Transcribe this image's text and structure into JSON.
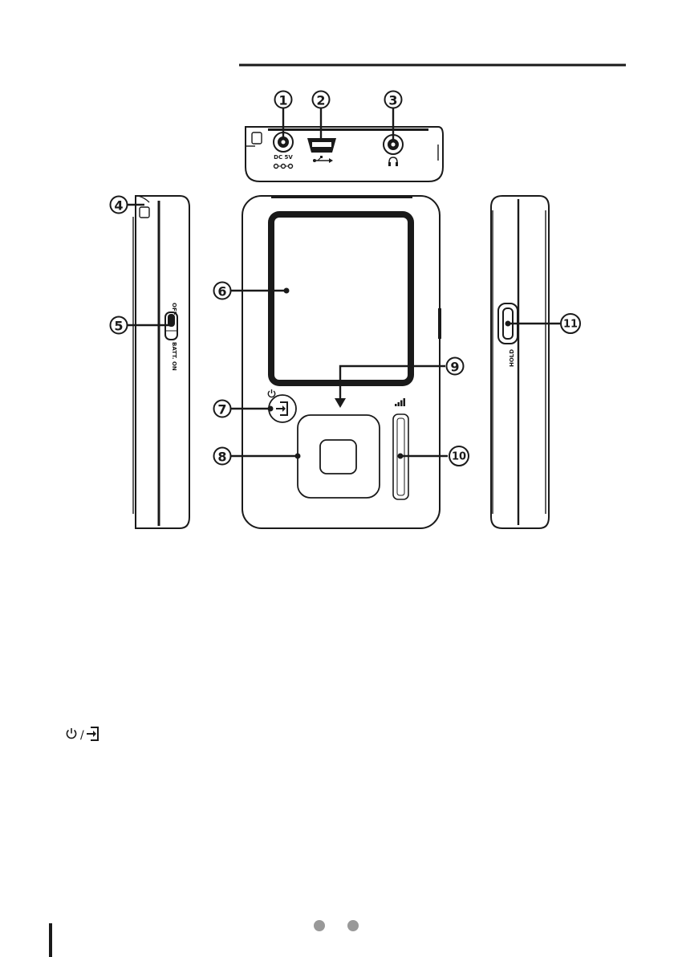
{
  "device_labels": {
    "dc_in_label": "DC 5V",
    "hold_label": "HOLD",
    "switch_off_label": "OFF",
    "switch_on_label": "BATT. ON"
  },
  "callouts": [
    {
      "id": "1",
      "glyph": "①"
    },
    {
      "id": "2",
      "glyph": "②"
    },
    {
      "id": "3",
      "glyph": "③"
    },
    {
      "id": "4",
      "glyph": "④"
    },
    {
      "id": "5",
      "glyph": "⑤"
    },
    {
      "id": "6",
      "glyph": "⑥"
    },
    {
      "id": "7",
      "glyph": "⑦"
    },
    {
      "id": "8",
      "glyph": "⑧"
    },
    {
      "id": "9",
      "glyph": "⑨"
    },
    {
      "id": "10",
      "glyph": "⑩"
    },
    {
      "id": "11",
      "glyph": "⑪"
    }
  ],
  "icons": {
    "power": "power-icon",
    "enter": "enter-icon",
    "usb": "usb-icon",
    "headphone": "headphone-icon",
    "volume": "volume-icon"
  },
  "colors": {
    "ink": "#1a1a1a",
    "page": "#ffffff",
    "footer_dot": "#999999"
  }
}
